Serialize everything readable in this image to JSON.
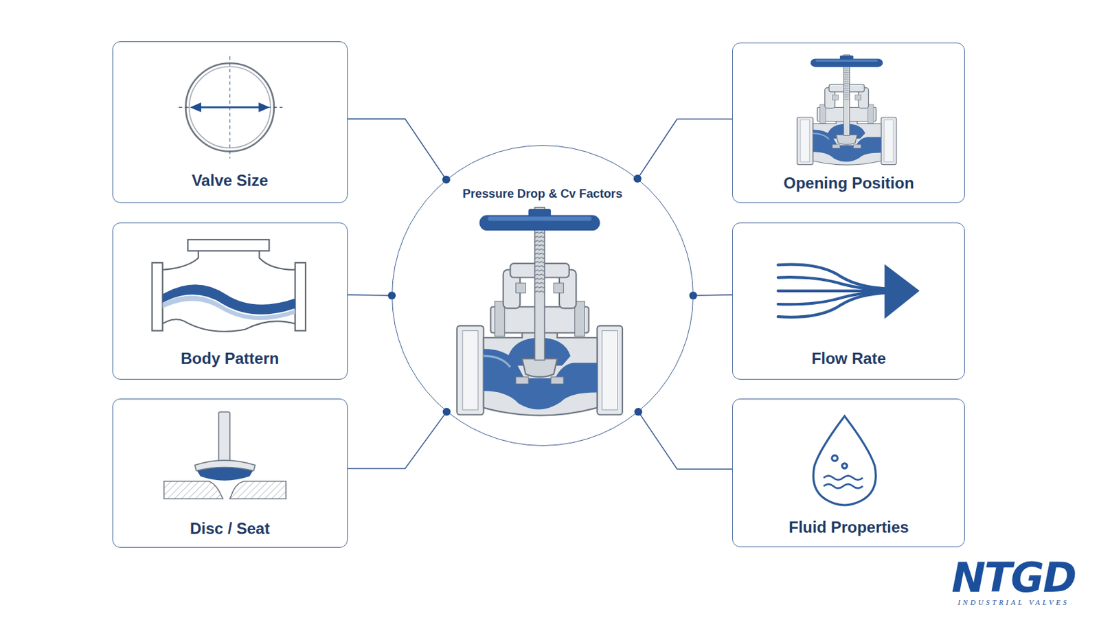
{
  "diagram": {
    "nodes": [
      {
        "text": [
          "Valve Size"
        ]
      },
      {
        "text": [
          "Body Pattern"
        ]
      },
      {
        "text": [
          "Disc / Seat"
        ]
      },
      {
        "text": [
          "Pressure Drop & Cv Factors"
        ]
      },
      {
        "text": [
          "Opening Position"
        ]
      },
      {
        "text": [
          "Flow Rate"
        ]
      },
      {
        "text": [
          "Fluid Properties"
        ]
      }
    ],
    "edges": [
      {
        "from": 0,
        "to": 3,
        "arrow": "none"
      },
      {
        "from": 1,
        "to": 3,
        "arrow": "none"
      },
      {
        "from": 2,
        "to": 3,
        "arrow": "none"
      },
      {
        "from": 4,
        "to": 3,
        "arrow": "none"
      },
      {
        "from": 5,
        "to": 3,
        "arrow": "none"
      },
      {
        "from": 6,
        "to": 3,
        "arrow": "none"
      }
    ],
    "labels": [
      "NTGD",
      "INDUSTRIAL VALVES"
    ]
  }
}
